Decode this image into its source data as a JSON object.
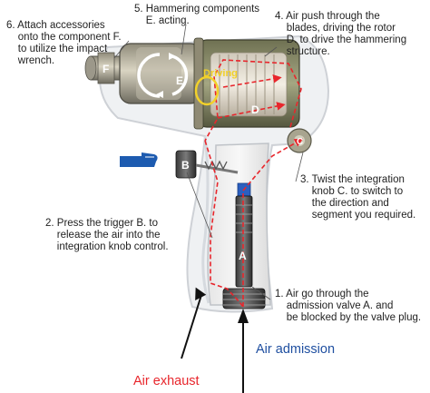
{
  "steps": {
    "s1": "1. Air go through the\n    admission valve A. and\n    be blocked by the valve plug.",
    "s2": "2. Press the trigger B. to\n    release the air into the\n    integration knob control.",
    "s3": "3. Twist the integration\n    knob C. to switch to\n    the direction and\n    segment you required.",
    "s4": "4. Air push through the\n    blades, driving the rotor\n    D. to drive the hammering\n    structure.",
    "s5": "5. Hammering components\n    E. acting.",
    "s6": "6. Attach accessories\n    onto the component F.\n    to utilize the impact\n    wrench."
  },
  "parts": {
    "a": "A",
    "b": "B",
    "c": "C",
    "d": "D",
    "e": "E",
    "f": "F",
    "driving": "Driving"
  },
  "flows": {
    "exhaust": "Air exhaust",
    "admission": "Air admission"
  },
  "colors": {
    "exhaust_text": "#e8262c",
    "admission_text": "#1f4fa0",
    "flow_line": "#e8262c",
    "highlight": "#f2d12a",
    "pointer": "#1d5bb0"
  }
}
